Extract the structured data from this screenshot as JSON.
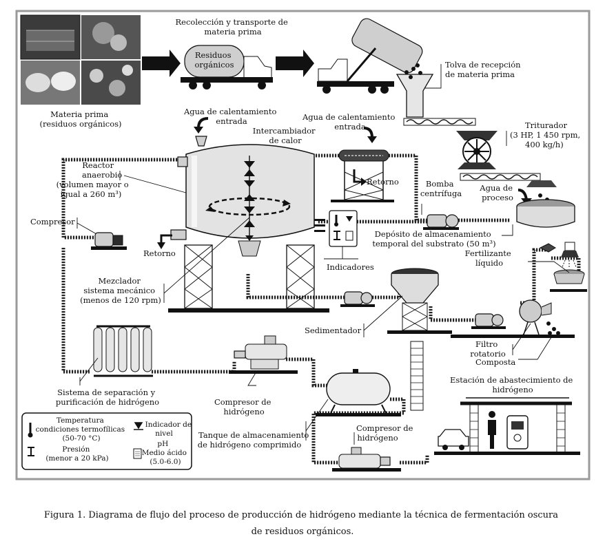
{
  "diagram": {
    "labels": {
      "raw_material": [
        "Materia prima",
        "(residuos orgánicos)"
      ],
      "collection": [
        "Recolección y transporte de",
        "materia prima"
      ],
      "truck_tank": [
        "Residuos",
        "orgánicos"
      ],
      "hopper": [
        "Tolva de recepción",
        "de materia prima"
      ],
      "heating_water_1": [
        "Agua de calentamiento",
        "entrada"
      ],
      "heating_water_2": [
        "Agua de calentamiento",
        "entrada"
      ],
      "heat_exchanger": [
        "Intercambiador",
        "de calor"
      ],
      "return_1": "Retorno",
      "return_2": "Retorno",
      "grinder": [
        "Triturador",
        "(3 HP, 1 450 rpm,",
        "400 kg/h)"
      ],
      "process_water": [
        "Agua de",
        "proceso"
      ],
      "pump": [
        "Bomba",
        "centrífuga"
      ],
      "reactor": [
        "Reactor",
        "anaerobio",
        "(volumen mayor o",
        "igual a 260 m³)"
      ],
      "compressor": "Compresor",
      "storage": [
        "Depósito de almacenamiento",
        "temporal del substrato (50 m³)"
      ],
      "fertilizer": [
        "Fertilizante",
        "líquido"
      ],
      "indicators": "Indicadores",
      "mixer": [
        "Mezclador",
        "sistema mecánico",
        "(menos de 120 rpm)"
      ],
      "settler": "Sedimentador",
      "rotary_filter": [
        "Filtro",
        "rotatorio"
      ],
      "compost": "Composta",
      "station": [
        "Estación de abastecimiento de",
        "hidrógeno"
      ],
      "separation": [
        "Sistema de separación y",
        "purificación de hidrógeno"
      ],
      "h2_compressor_1": [
        "Compresor de",
        "hidrógeno"
      ],
      "h2_compressor_2": [
        "Compresor de",
        "hidrógeno"
      ],
      "h2_tank": [
        "Tanque de almacenamiento",
        "de hidrógeno comprimido"
      ]
    },
    "legend": {
      "temperature": [
        "Temperatura",
        "condiciones termofílicas",
        "(50-70 °C)"
      ],
      "pressure": [
        "Presión",
        "(menor a 20 kPa)"
      ],
      "level": [
        "Indicador de",
        "nivel"
      ],
      "ph": [
        "pH",
        "Medio ácido",
        "(5.0-6.0)"
      ]
    }
  },
  "caption": [
    "Figura 1. Diagrama de flujo del proceso de producción de hidrógeno mediante la técnica de fermentación oscura",
    "de residuos orgánicos."
  ]
}
